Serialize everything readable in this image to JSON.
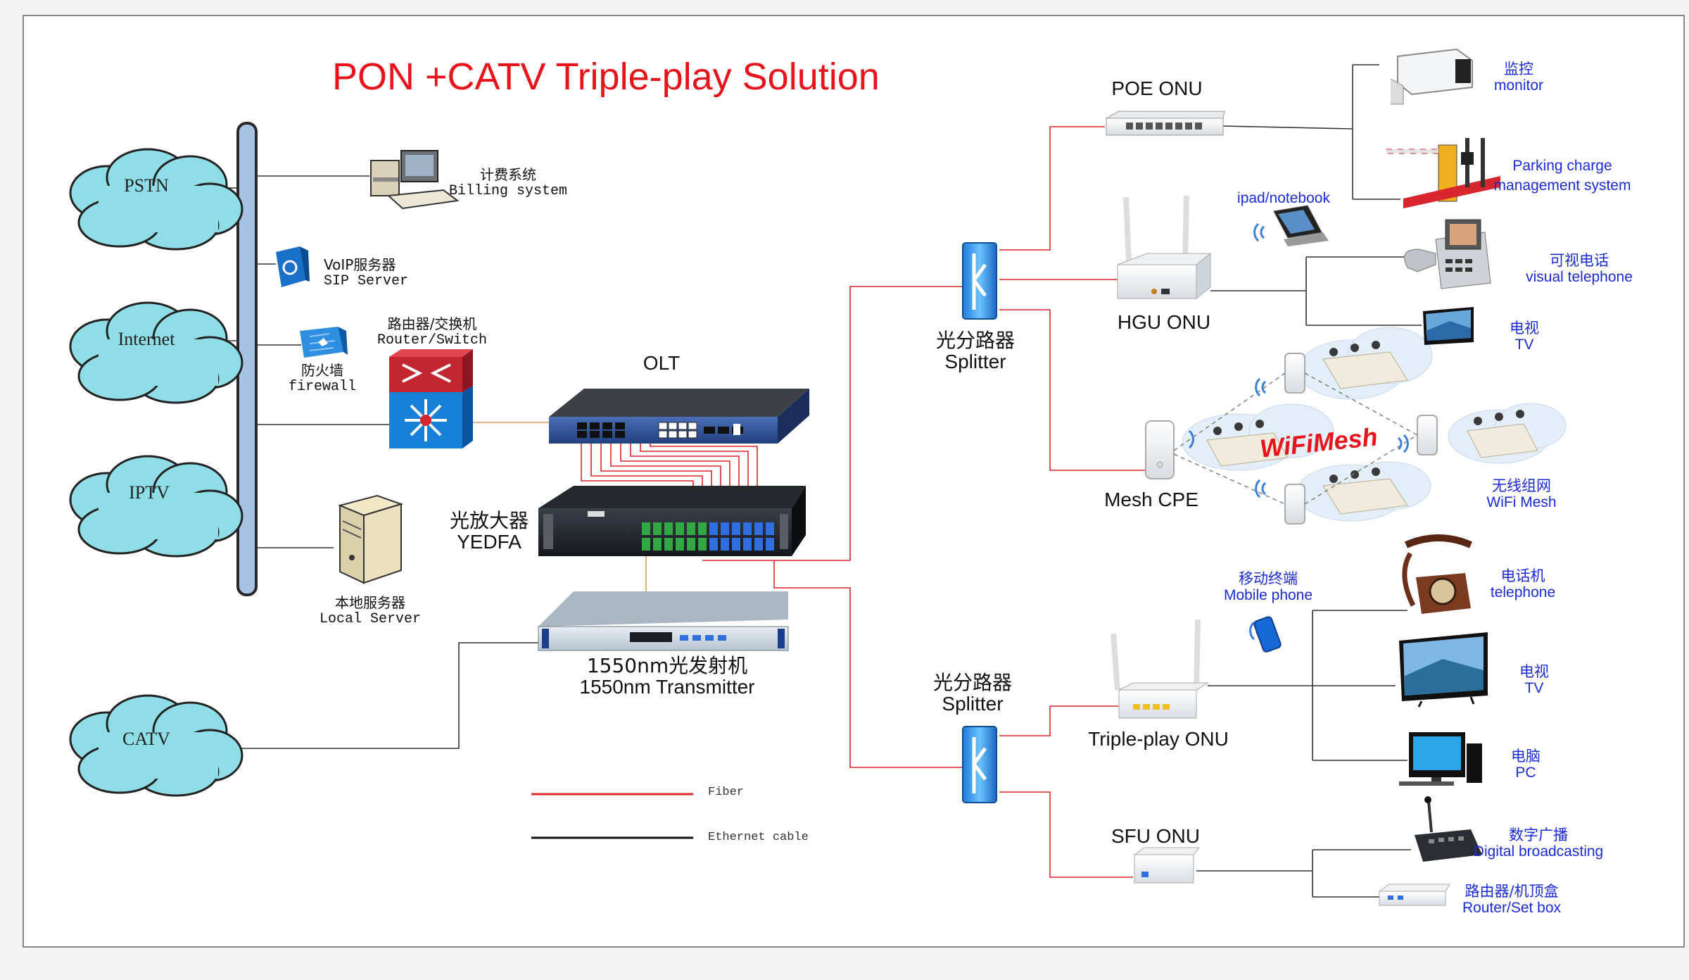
{
  "title": "PON +CATV Triple-play  Solution",
  "clouds": [
    "PSTN",
    "Internet",
    "IPTV",
    "CATV"
  ],
  "billing": {
    "cn": "计费系统",
    "en": "Billing system"
  },
  "voip": {
    "cn": "VoIP服务器",
    "en": "SIP Server"
  },
  "router": {
    "cn": "路由器/交换机",
    "en": "Router/Switch"
  },
  "firewall": {
    "cn": "防火墙",
    "en": "firewall"
  },
  "local_server": {
    "cn": "本地服务器",
    "en": "Local Server"
  },
  "olt": "OLT",
  "yedfa": {
    "cn": "光放大器",
    "en": "YEDFA"
  },
  "transmitter": {
    "cn": "1550nm光发射机",
    "en": "1550nm Transmitter"
  },
  "legend": {
    "fiber": "Fiber",
    "ethernet": "Ethernet cable"
  },
  "splitter": {
    "cn": "光分路器",
    "en": "Splitter"
  },
  "onus": {
    "poe": "POE ONU",
    "hgu": "HGU ONU",
    "mesh": "Mesh CPE",
    "triple": "Triple-play ONU",
    "sfu": "SFU ONU"
  },
  "wifimesh_logo": "WiFiMesh",
  "devices": {
    "monitor": {
      "cn": "监控",
      "en": "monitor"
    },
    "parking": {
      "en1": "Parking charge",
      "en2": "management system"
    },
    "ipad": {
      "en": "ipad/notebook"
    },
    "visual_phone": {
      "cn": "可视电话",
      "en": "visual telephone"
    },
    "tv1": {
      "cn": "电视",
      "en": "TV"
    },
    "wifi_mesh": {
      "cn": "无线组网",
      "en": "WiFi Mesh"
    },
    "mobile": {
      "cn": "移动终端",
      "en": "Mobile phone"
    },
    "telephone": {
      "cn": "电话机",
      "en": "telephone"
    },
    "tv2": {
      "cn": "电视",
      "en": "TV"
    },
    "pc": {
      "cn": "电脑",
      "en": "PC"
    },
    "broadcast": {
      "cn": "数字广播",
      "en": "Digital broadcasting"
    },
    "settop": {
      "cn": "路由器/机顶盒",
      "en": "Router/Set box"
    }
  },
  "colors": {
    "fiber": "#d9262c",
    "ethernet": "#222222",
    "cloud": "#8fdde6",
    "title": "#e8141b",
    "label_blue": "#1c2bd8"
  }
}
